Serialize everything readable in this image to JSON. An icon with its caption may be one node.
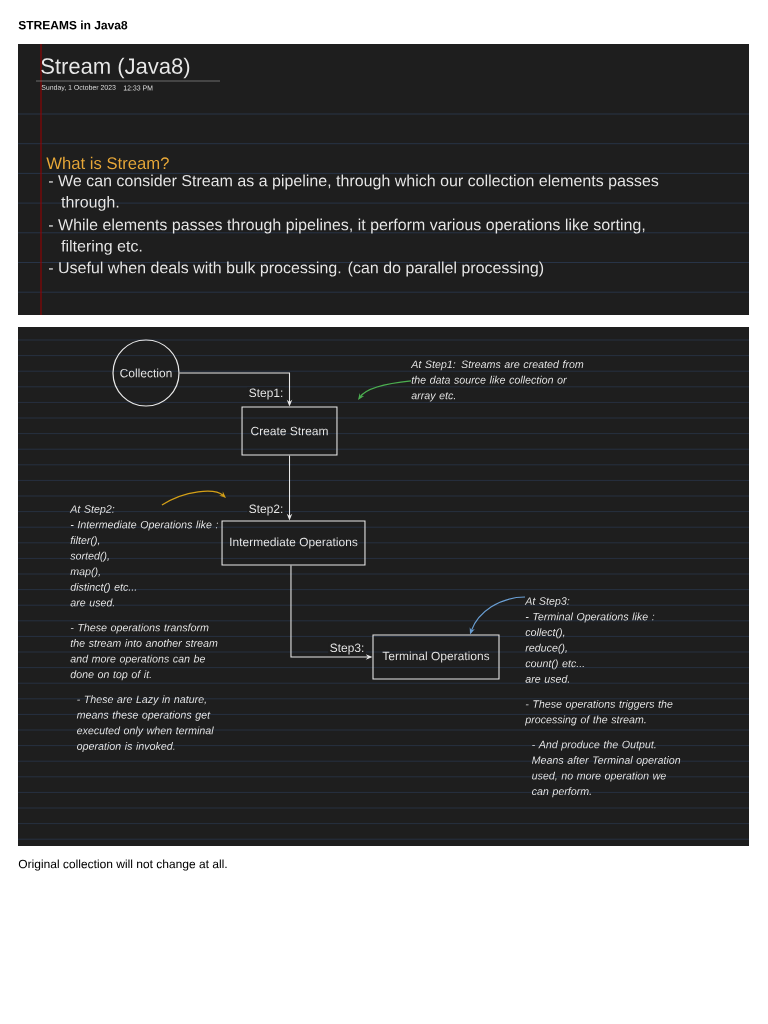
{
  "diagram": {
    "title": "STREAMS in Java8",
    "caption": "Original collection will not change at all.",
    "nodes": [
      {
        "text": [
          "Collection"
        ]
      },
      {
        "text": [
          "Create Stream"
        ]
      },
      {
        "text": [
          "Intermediate Operations"
        ]
      },
      {
        "text": [
          "Terminal Operations"
        ]
      },
      {
        "text": [
          "At Step1: Streams are created from the data source like collection or array etc."
        ]
      },
      {
        "text": [
          "At Step2:",
          "- Intermediate Operations like :",
          "filter(),",
          "sorted(),",
          "map(),",
          "distinct() etc...",
          "are used.",
          "- These operations transform the stream into another stream and more operations can be done on top of it.",
          "- These are Lazy in nature, means these operations get executed only when terminal operation is invoked."
        ]
      },
      {
        "text": [
          "At Step3:",
          "- Terminal Operations like :",
          "collect(),",
          "reduce(),",
          "count() etc...",
          "are used.",
          "- These operations triggers the processing of the stream.",
          "- And produce the Output. Means after Terminal operation used, no more operation we can perform."
        ]
      }
    ],
    "edges": [
      {
        "from": 0,
        "to": 1,
        "arrow": "to",
        "label": "Step1:"
      },
      {
        "from": 1,
        "to": 2,
        "arrow": "to",
        "label": "Step2:"
      },
      {
        "from": 2,
        "to": 3,
        "arrow": "to",
        "label": "Step3:"
      },
      {
        "from": 4,
        "to": null,
        "arrow": "to",
        "color": "#4caf50"
      },
      {
        "from": 5,
        "to": null,
        "arrow": "to",
        "color": "#d4a017"
      },
      {
        "from": 6,
        "to": 3,
        "arrow": "to",
        "color": "#6a9fd4"
      }
    ],
    "labels": [
      "Stream (Java8)",
      "Sunday, 1 October 2023",
      "12:33 PM",
      "What is Stream?",
      "- We can consider Stream as a pipeline, through which our collection elements passes through.",
      "- While elements passes through pipelines, it perform various operations like sorting, filtering etc.",
      "- Useful when deals with bulk processing. (can do parallel processing)"
    ]
  }
}
